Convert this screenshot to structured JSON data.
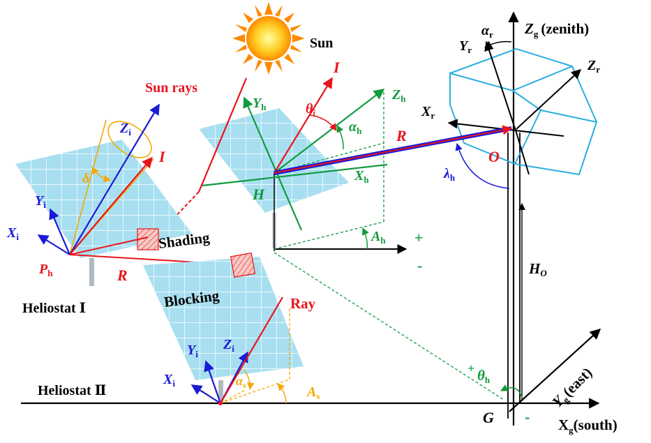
{
  "labels": {
    "sun": "Sun",
    "sun_rays": "Sun rays",
    "I_top": "I",
    "theta_i": "θ",
    "theta_i_sub": "i",
    "Z_h": "Z",
    "Z_h_sub": "h",
    "Y_h": "Y",
    "Y_h_sub": "h",
    "alpha_h": "α",
    "alpha_h_sub": "h",
    "R_main": "R",
    "X_h": "X",
    "X_h_sub": "h",
    "H": "H",
    "A_h": "A",
    "A_h_sub": "h",
    "plus_h": "+",
    "minus_h": "-",
    "Z_i_1": "Z",
    "Z_i_1_sub": "i",
    "I_left": "I",
    "delta": "δ",
    "Y_i_1": "Y",
    "Y_i_1_sub": "i",
    "X_i_1": "X",
    "X_i_1_sub": "i",
    "P_h": "P",
    "P_h_sub": "h",
    "R_left": "R",
    "shading": "Shading",
    "heliostat_1": "Heliostat Ⅰ",
    "blocking": "Blocking",
    "ray": "Ray",
    "Y_i_2": "Y",
    "Y_i_2_sub": "i",
    "Z_i_2": "Z",
    "Z_i_2_sub": "i",
    "X_i_2": "X",
    "X_i_2_sub": "i",
    "alpha_s": "α",
    "alpha_s_sub": "s",
    "A_s": "A",
    "A_s_sub": "s",
    "heliostat_2": "Heliostat Ⅱ",
    "alpha_r": "α",
    "alpha_r_sub": "r",
    "Z_g": "Z",
    "Z_g_sub": "g",
    "zenith": "(zenith)",
    "Y_r": "Y",
    "Y_r_sub": "r",
    "Z_r": "Z",
    "Z_r_sub": "r",
    "X_r": "X",
    "X_r_sub": "r",
    "O": "O",
    "lambda_h": "λ",
    "lambda_h_sub": "h",
    "H_O": "H",
    "H_O_sub": "O",
    "Y_g": "Y",
    "Y_g_sub": "g",
    "east": "(east)",
    "theta_h_plus": "+",
    "theta_h": "θ",
    "theta_h_sub": "h",
    "G": "G",
    "minus_g": "-",
    "X_g": "X",
    "X_g_sub": "g",
    "south": "(south)"
  },
  "colors": {
    "red": "#e8141c",
    "blue": "#1a1ad6",
    "green": "#119a3e",
    "orange": "#f5a800",
    "cyan": "#2aaee0",
    "mirror": "#a8dff0",
    "black": "#000000"
  }
}
